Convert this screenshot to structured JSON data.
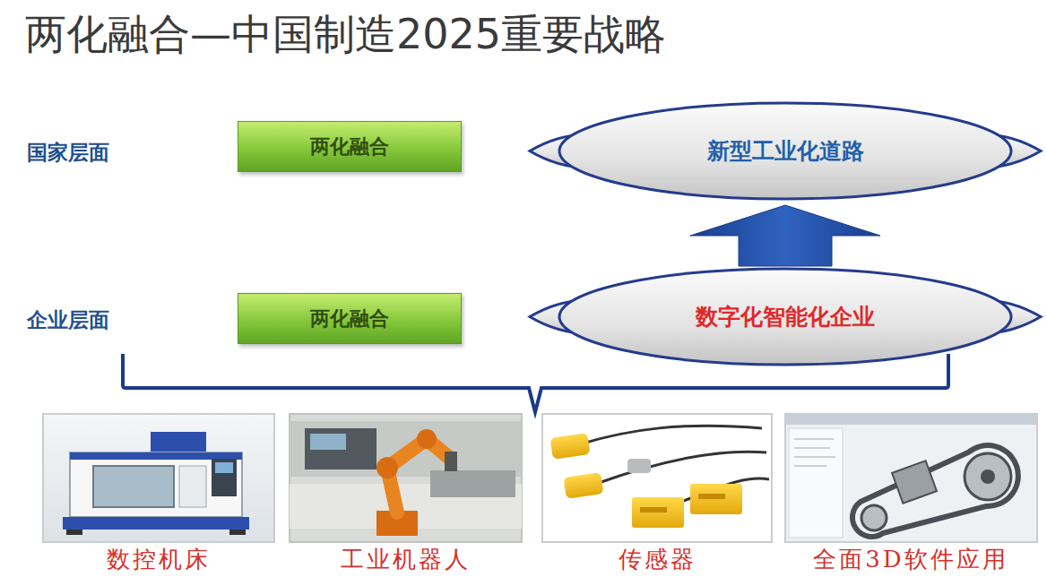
{
  "diagram": {
    "title": "两化融合—中国制造2025重要战略",
    "nodes": [
      {
        "text": [
          "两化融合"
        ]
      },
      {
        "text": [
          "新型工业化道路"
        ]
      },
      {
        "text": [
          "两化融合"
        ]
      },
      {
        "text": [
          "数字化智能化企业"
        ]
      }
    ],
    "edges": [
      {
        "from": 3,
        "to": 1,
        "arrow": "to"
      }
    ],
    "labels": [
      "国家层面",
      "企业层面",
      "数控机床",
      "工业机器人",
      "传感器",
      "全面3D软件应用"
    ]
  }
}
